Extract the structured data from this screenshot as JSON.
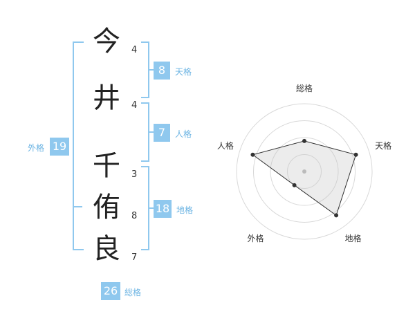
{
  "name": {
    "chars": [
      {
        "char": "今",
        "strokes": "4"
      },
      {
        "char": "井",
        "strokes": "4"
      },
      {
        "char": "千",
        "strokes": "3"
      },
      {
        "char": "侑",
        "strokes": "8"
      },
      {
        "char": "良",
        "strokes": "7"
      }
    ]
  },
  "kakusu": {
    "tenkaku": {
      "value": "8",
      "label": "天格"
    },
    "jinkaku": {
      "value": "7",
      "label": "人格"
    },
    "chikaku": {
      "value": "18",
      "label": "地格"
    },
    "gaikaku": {
      "value": "19",
      "label": "外格"
    },
    "soukaku": {
      "value": "26",
      "label": "総格"
    }
  },
  "chart_data": {
    "type": "radar",
    "axes": [
      "総格",
      "天格",
      "地格",
      "外格",
      "人格"
    ],
    "values": [
      0.45,
      0.8,
      0.8,
      0.25,
      0.8
    ],
    "max": 1,
    "rings": 4
  }
}
